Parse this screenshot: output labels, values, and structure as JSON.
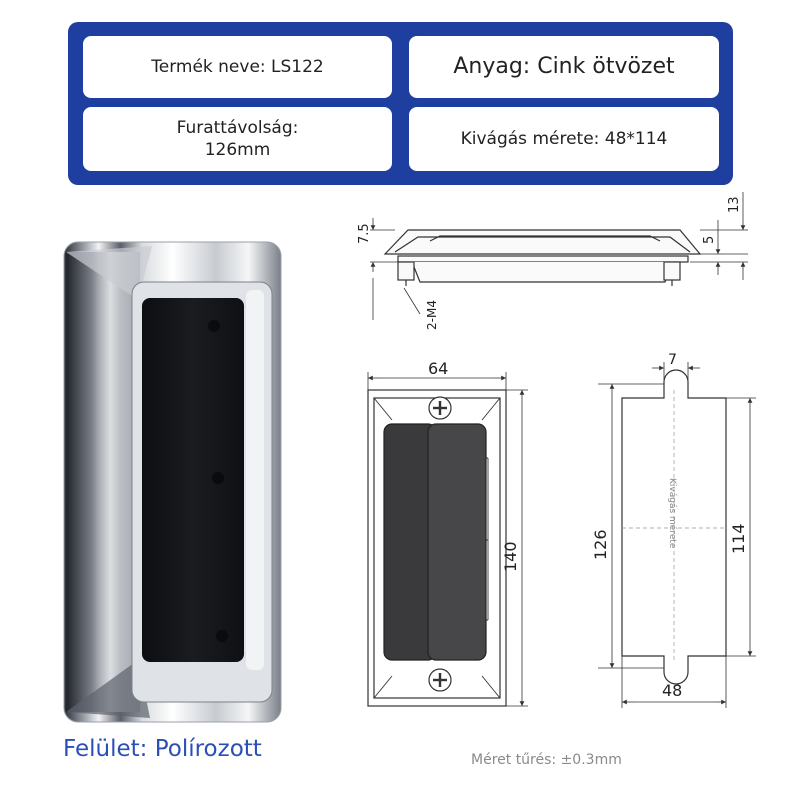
{
  "specs": {
    "product_name": "Termék neve: LS122",
    "material": "Anyag: Cink ötvözet",
    "hole_distance_line1": "Furattávolság:",
    "hole_distance_line2": "126mm",
    "cutout_size": "Kivágás mérete: 48*114"
  },
  "footer": {
    "surface": "Felület: Polírozott",
    "tolerance": "Méret tűrés: ±0.3mm"
  },
  "dimensions": {
    "side_height": "7.5",
    "total_height": "13",
    "lip_height": "5",
    "thread": "2-M4",
    "width": "64",
    "length": "140",
    "notch": "7",
    "hole_distance": "126",
    "cutout_length": "114",
    "cutout_width": "48",
    "cutout_label": "Kivágás mérete"
  },
  "colors": {
    "panel_blue": "#1e3ea0",
    "surface_text": "#2a4fb8"
  }
}
